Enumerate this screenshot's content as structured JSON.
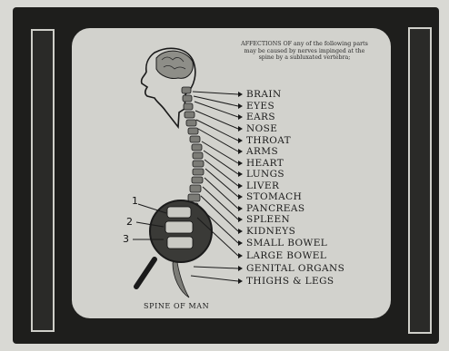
{
  "caption": "AFFECTIONS OF any of the following parts may be caused by nerves impinged at the spine by a subluxated vertebra;",
  "title": "SPINE OF MAN",
  "labels": [
    "BRAIN",
    "EYES",
    "EARS",
    "NOSE",
    "THROAT",
    "ARMS",
    "HEART",
    "LUNGS",
    "LIVER",
    "STOMACH",
    "PANCREAS",
    "SPLEEN",
    "KIDNEYS",
    "SMALL BOWEL",
    "LARGE BOWEL",
    "GENITAL ORGANS",
    "THIGHS & LEGS"
  ],
  "markers": [
    "1",
    "2",
    "3"
  ],
  "colors": {
    "frame": "#1e1e1c",
    "slide": "#d2d2cd",
    "ink": "#1a1a1a"
  }
}
